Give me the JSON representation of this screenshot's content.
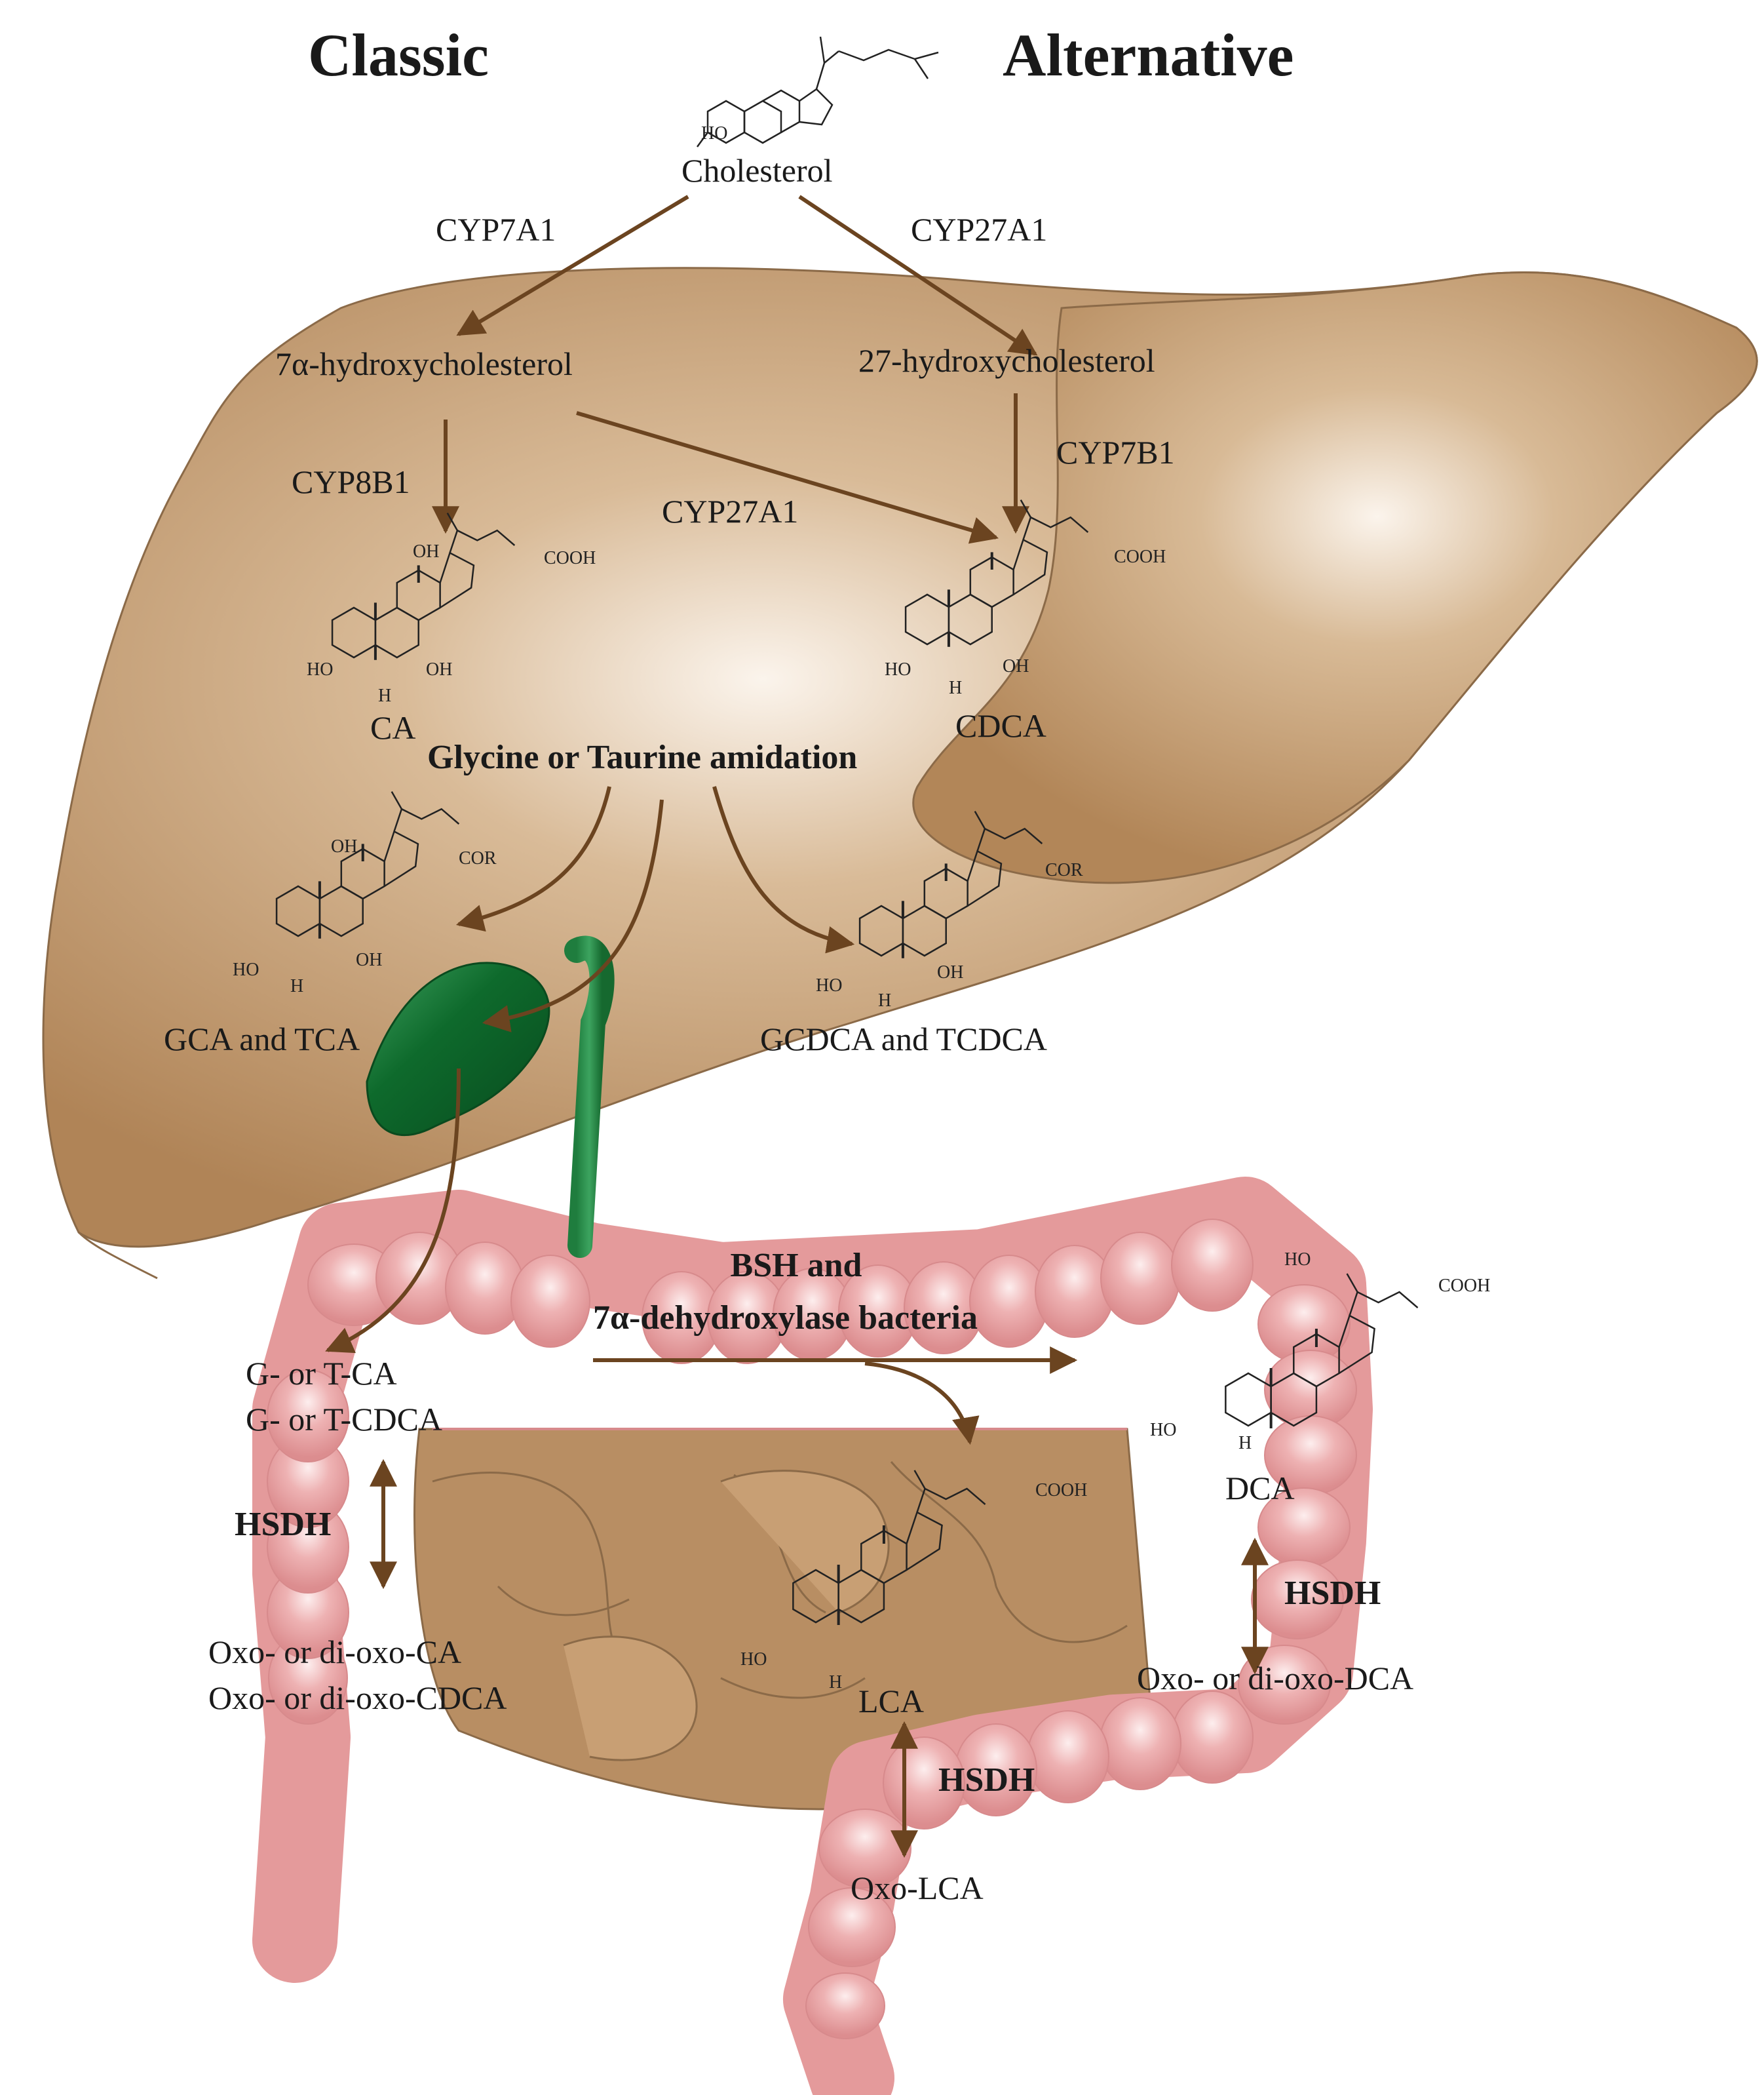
{
  "headings": {
    "classic": "Classic",
    "alternative": "Alternative"
  },
  "cholesterol": {
    "label": "Cholesterol",
    "ho": "HO"
  },
  "enzymes": {
    "cyp7a1": "CYP7A1",
    "cyp27a1_top": "CYP27A1",
    "cyp8b1": "CYP8B1",
    "cyp27a1_mid": "CYP27A1",
    "cyp7b1": "CYP7B1",
    "hsdh_left": "HSDH",
    "hsdh_right": "HSDH",
    "hsdh_bottom": "HSDH"
  },
  "metabolites": {
    "hydroxy7a": "7α-hydroxycholesterol",
    "hydroxy27": "27-hydroxycholesterol",
    "ca": "CA",
    "cdca": "CDCA",
    "gca_tca": "GCA and TCA",
    "gcdca_tcdca": "GCDCA and TCDCA",
    "gt_ca": "G- or T-CA",
    "gt_cdca": "G- or T-CDCA",
    "oxo_ca": "Oxo- or di-oxo-CA",
    "oxo_cdca": "Oxo- or di-oxo-CDCA",
    "dca": "DCA",
    "oxo_dca": "Oxo- or di-oxo-DCA",
    "lca": "LCA",
    "oxo_lca": "Oxo-LCA"
  },
  "steps": {
    "amidation": "Glycine or Taurine amidation",
    "bacteria_line1": "BSH and",
    "bacteria_line2": "7α-dehydroxylase bacteria"
  },
  "structure_labels": {
    "oh": "OH",
    "ho": "HO",
    "h": "H",
    "cooh": "COOH",
    "cor": "COR"
  },
  "colors": {
    "liver": "#c09a74",
    "liver_light": "#f6ece2",
    "intestine": "#e49a9b",
    "intestine_light": "#fbe3e3",
    "gut_tissue": "#b88e63",
    "bile": "#1d7a3c",
    "gallbladder": "#0f6a2c",
    "arrow": "#6b4420"
  }
}
